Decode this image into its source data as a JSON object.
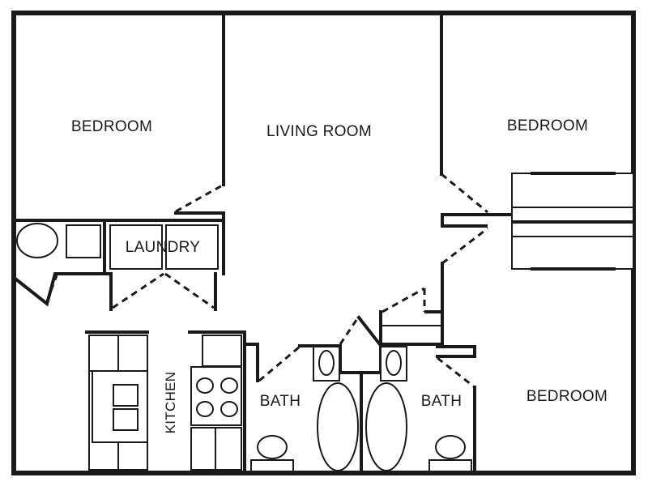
{
  "rooms": {
    "bedroom_left": "BEDROOM",
    "living_room": "LIVING ROOM",
    "bedroom_right_top": "BEDROOM",
    "laundry": "LAUNDRY",
    "kitchen": "KITCHEN",
    "bath_left": "BATH",
    "bath_right": "BATH",
    "bedroom_right_bottom": "BEDROOM"
  }
}
